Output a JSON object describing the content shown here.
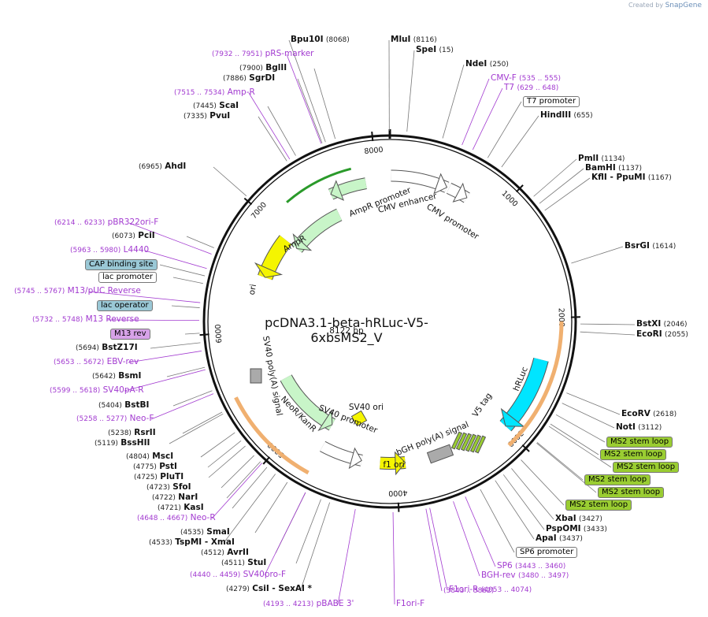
{
  "header": {
    "brand_prefix": "Created by",
    "brand_name": "SnapGene"
  },
  "plasmid": {
    "name": "pcDNA3.1-beta-hRLuc-V5-6xbsMS2_V",
    "size": "8122 bp"
  },
  "ticks": [
    "1000",
    "2000",
    "3000",
    "4000",
    "5000",
    "6000",
    "7000",
    "8000"
  ],
  "colors": {
    "enzyme": "#111111",
    "primer": "#a23ad0",
    "backbone": "#111111",
    "feature_ori": "#f5f500",
    "feature_ampr": "#c8f5c8",
    "feature_promoter": "#ffffff",
    "feature_hrluc": "#00e5ff",
    "feature_orange": "#f0b070",
    "feature_ms2": "#9acd32",
    "box_blue": "#9ac8d6",
    "box_purple": "#d7a2e8"
  },
  "site_labels": [
    {
      "pos": "(8068)",
      "name": "Bpu10I"
    },
    {
      "pos": "(8116)",
      "name": "MluI"
    },
    {
      "pos": "(15)",
      "name": "SpeI"
    },
    {
      "pos": "(250)",
      "name": "NdeI"
    },
    {
      "pos": "(535 .. 555)",
      "name": "CMV-F",
      "primer": true
    },
    {
      "pos": "(629 .. 648)",
      "name": "T7",
      "primer": true
    },
    {
      "pos": "",
      "name": "T7 promoter",
      "box": true
    },
    {
      "pos": "(655)",
      "name": "HindIII"
    },
    {
      "pos": "(7932 .. 7951)",
      "name": "pRS-marker",
      "primer": true
    },
    {
      "pos": "(7900)",
      "name": "BglII"
    },
    {
      "pos": "(7886)",
      "name": "SgrDI"
    },
    {
      "pos": "(7515 .. 7534)",
      "name": "Amp-R",
      "primer": true
    },
    {
      "pos": "(7445)",
      "name": "ScaI"
    },
    {
      "pos": "(7335)",
      "name": "PvuI"
    },
    {
      "pos": "(6965)",
      "name": "AhdI"
    },
    {
      "pos": "(1134)",
      "name": "PmlI"
    },
    {
      "pos": "(1137)",
      "name": "BamHI"
    },
    {
      "pos": "(1167)",
      "name": "KflI  - PpuMI"
    },
    {
      "pos": "(1614)",
      "name": "BsrGI"
    },
    {
      "pos": "(2046)",
      "name": "BstXI"
    },
    {
      "pos": "(2055)",
      "name": "EcoRI"
    },
    {
      "pos": "(2618)",
      "name": "EcoRV"
    },
    {
      "pos": "(3112)",
      "name": "NotI"
    },
    {
      "pos": "(6214 .. 6233)",
      "name": "pBR322ori-F",
      "primer": true
    },
    {
      "pos": "(6073)",
      "name": "PciI"
    },
    {
      "pos": "(5963 .. 5980)",
      "name": "L4440",
      "primer": true
    },
    {
      "pos": "",
      "name": "CAP binding site",
      "box": "blue"
    },
    {
      "pos": "",
      "name": "lac promoter",
      "box": "white"
    },
    {
      "pos": "(5745 .. 5767)",
      "name": "M13/pUC Reverse",
      "primer": true
    },
    {
      "pos": "",
      "name": "lac operator",
      "box": "blue"
    },
    {
      "pos": "(5732 .. 5748)",
      "name": "M13 Reverse",
      "primer": true
    },
    {
      "pos": "",
      "name": "M13 rev",
      "box": "purple"
    },
    {
      "pos": "(5694)",
      "name": "BstZ17I"
    },
    {
      "pos": "(5653 .. 5672)",
      "name": "EBV-rev",
      "primer": true
    },
    {
      "pos": "(5642)",
      "name": "BsmI"
    },
    {
      "pos": "(5599 .. 5618)",
      "name": "SV40pA-R",
      "primer": true
    },
    {
      "pos": "(5404)",
      "name": "BstBI"
    },
    {
      "pos": "(5258 .. 5277)",
      "name": "Neo-F",
      "primer": true
    },
    {
      "pos": "(5238)",
      "name": "RsrII"
    },
    {
      "pos": "(5119)",
      "name": "BssHII"
    },
    {
      "pos": "(4804)",
      "name": "MscI"
    },
    {
      "pos": "(4775)",
      "name": "PstI"
    },
    {
      "pos": "(4725)",
      "name": "PluTI"
    },
    {
      "pos": "(4723)",
      "name": "SfoI"
    },
    {
      "pos": "(4722)",
      "name": "NarI"
    },
    {
      "pos": "(4721)",
      "name": "KasI"
    },
    {
      "pos": "(4648 .. 4667)",
      "name": "Neo-R",
      "primer": true
    },
    {
      "pos": "(4535)",
      "name": "SmaI"
    },
    {
      "pos": "(4533)",
      "name": "TspMI  - XmaI"
    },
    {
      "pos": "(4512)",
      "name": "AvrII"
    },
    {
      "pos": "(4511)",
      "name": "StuI"
    },
    {
      "pos": "(4440 .. 4459)",
      "name": "SV40pro-F",
      "primer": true
    },
    {
      "pos": "(4279)",
      "name": "CsiI  - SexAI *"
    },
    {
      "pos": "(4193 .. 4213)",
      "name": "pBABE 3'",
      "primer": true
    },
    {
      "pos": "",
      "name": "F1ori-F",
      "primer": true
    },
    {
      "pos": "(4053 .. 4074)",
      "name": "F1ori-R",
      "primer": true
    },
    {
      "pos": "(3843 .. 3862)",
      "name": "",
      "primer": true
    },
    {
      "pos": "(3480 .. 3497)",
      "name": "BGH-rev",
      "primer": true
    },
    {
      "pos": "(3443 .. 3460)",
      "name": "SP6",
      "primer": true
    },
    {
      "pos": "",
      "name": "SP6 promoter",
      "box": "white"
    },
    {
      "pos": "(3437)",
      "name": "ApaI"
    },
    {
      "pos": "(3433)",
      "name": "PspOMI"
    },
    {
      "pos": "(3427)",
      "name": "XbaI"
    },
    {
      "pos": "",
      "name": "MS2 stem loop",
      "box": "green"
    },
    {
      "pos": "",
      "name": "MS2 stem loop",
      "box": "green"
    },
    {
      "pos": "",
      "name": "MS2 stem loop",
      "box": "green"
    },
    {
      "pos": "",
      "name": "MS2 stem loop",
      "box": "green"
    },
    {
      "pos": "",
      "name": "MS2 stem loop",
      "box": "green"
    },
    {
      "pos": "",
      "name": "MS2 stem loop",
      "box": "green"
    }
  ],
  "features": [
    {
      "name": "AmpR promoter"
    },
    {
      "name": "AmpR"
    },
    {
      "name": "CMV enhancer"
    },
    {
      "name": "CMV promoter"
    },
    {
      "name": "ori"
    },
    {
      "name": "SV40 poly(A) signal"
    },
    {
      "name": "NeoR/KanR"
    },
    {
      "name": "SV40 promoter"
    },
    {
      "name": "SV40 ori"
    },
    {
      "name": "hRLuc"
    },
    {
      "name": "V5 tag"
    },
    {
      "name": "bGH poly(A) signal"
    },
    {
      "name": "f1 ori"
    }
  ]
}
